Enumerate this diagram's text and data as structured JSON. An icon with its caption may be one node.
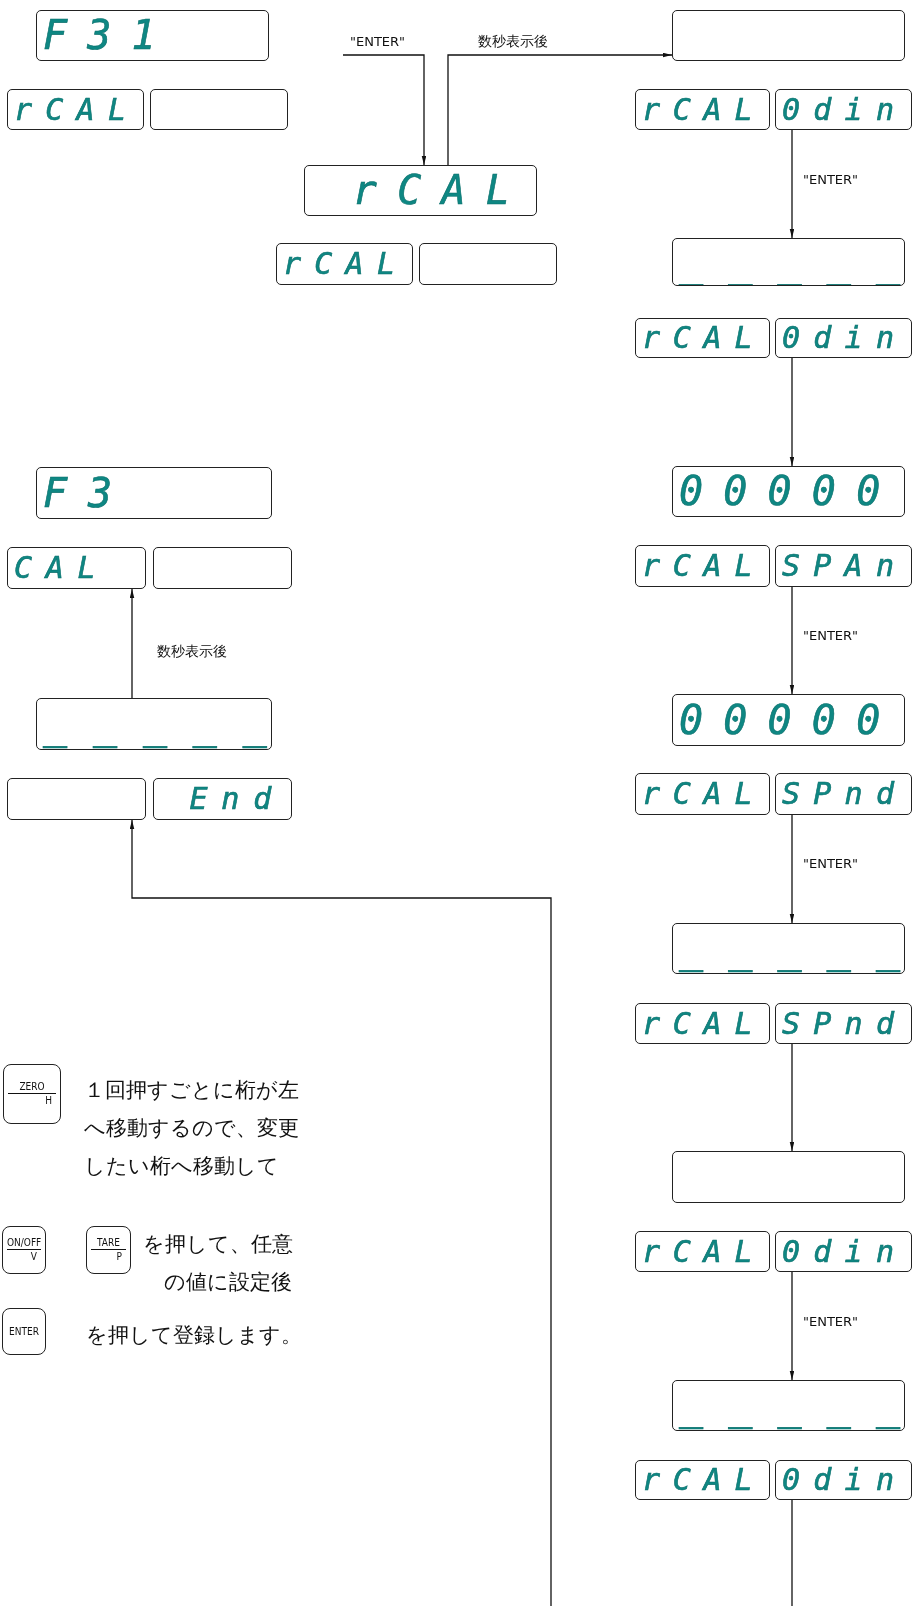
{
  "diagram": {
    "nodes": [
      {
        "text": [
          "F31"
        ]
      },
      {
        "text": [
          "rCAL"
        ]
      },
      {
        "text": [],
        "shape": "box"
      },
      {
        "text": [
          "rCAL"
        ]
      },
      {
        "text": [
          "rCAL"
        ]
      },
      {
        "text": [],
        "shape": "box"
      },
      {
        "text": [],
        "shape": "box"
      },
      {
        "text": [
          "rCAL"
        ]
      },
      {
        "text": [
          "0din"
        ]
      },
      {
        "text": [
          "_ _ _ _ _"
        ]
      },
      {
        "text": [
          "rCAL"
        ]
      },
      {
        "text": [
          "0din"
        ]
      },
      {
        "text": [
          "00000"
        ]
      },
      {
        "text": [
          "rCAL"
        ]
      },
      {
        "text": [
          "SPAn"
        ]
      },
      {
        "text": [
          "00000"
        ]
      },
      {
        "text": [
          "rCAL"
        ]
      },
      {
        "text": [
          "SPnd"
        ]
      },
      {
        "text": [
          "_ _ _ _ _"
        ]
      },
      {
        "text": [
          "rCAL"
        ]
      },
      {
        "text": [
          "SPnd"
        ]
      },
      {
        "text": [],
        "shape": "box"
      },
      {
        "text": [
          "rCAL"
        ]
      },
      {
        "text": [
          "0din"
        ]
      },
      {
        "text": [
          "_ _ _ _ _"
        ]
      },
      {
        "text": [
          "rCAL"
        ]
      },
      {
        "text": [
          "0din"
        ]
      },
      {
        "text": [
          "F3"
        ]
      },
      {
        "text": [
          "CAL"
        ]
      },
      {
        "text": [],
        "shape": "box"
      },
      {
        "text": [
          "_ _ _ _ _"
        ]
      },
      {
        "text": [],
        "shape": "box"
      },
      {
        "text": [
          "End"
        ]
      },
      {
        "text": [
          "ZERO",
          "H"
        ]
      },
      {
        "text": [
          "ON/OFF",
          "V"
        ]
      },
      {
        "text": [
          "TARE",
          "P"
        ]
      },
      {
        "text": [
          "ENTER"
        ]
      }
    ],
    "edges": [
      {
        "from": null,
        "to": 3,
        "arrow": "to",
        "label": "\"ENTER\""
      },
      {
        "from": 3,
        "to": 6,
        "arrow": "to",
        "label": "数秒表示後"
      },
      {
        "from": 8,
        "to": 9,
        "arrow": "to",
        "label": "\"ENTER\""
      },
      {
        "from": 11,
        "to": 12,
        "arrow": "to"
      },
      {
        "from": 14,
        "to": 15,
        "arrow": "to",
        "label": "\"ENTER\""
      },
      {
        "from": 17,
        "to": 18,
        "arrow": "to",
        "label": "\"ENTER\""
      },
      {
        "from": 20,
        "to": 21,
        "arrow": "to"
      },
      {
        "from": 23,
        "to": 24,
        "arrow": "to",
        "label": "\"ENTER\""
      },
      {
        "from": 26,
        "to": null,
        "arrow": "none"
      },
      {
        "from": null,
        "to": 31,
        "arrow": "to"
      },
      {
        "from": 30,
        "to": 28,
        "arrow": "to",
        "label": "数秒表示後"
      }
    ],
    "labels": [
      "１回押すごとに桁が左へ移動するので、変更したい桁へ移動して",
      "を押して、任意の値に設定後",
      "を押して登録します。"
    ]
  }
}
